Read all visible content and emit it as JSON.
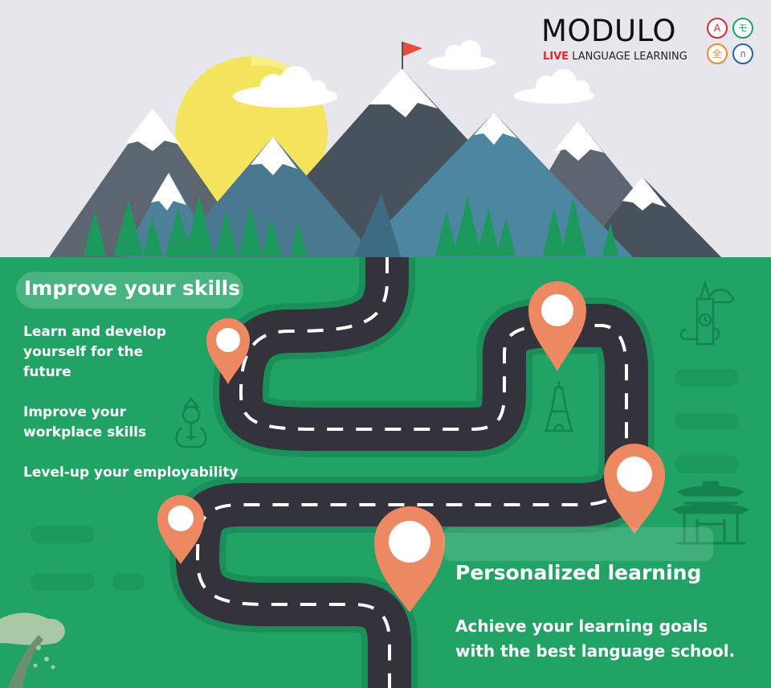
{
  "brand": {
    "name": "MODULO",
    "tag_live": "LIVE",
    "tag_rest": " LANGUAGE LEARNING",
    "badges": [
      "A",
      "モ",
      "全",
      "ก"
    ]
  },
  "left_panel": {
    "title": "Improve your skills",
    "items": [
      "Learn and develop yourself for the future",
      "Improve your workplace skills",
      "Level-up your employability"
    ]
  },
  "right_panel": {
    "title": "Personalized learning",
    "text_line1": "Achieve your learning goals",
    "text_line2": "with the best language school."
  },
  "colors": {
    "sky": "#e7e6ec",
    "grass": "#21a366",
    "road": "#34323b",
    "pin": "#ec8862",
    "sun": "#f5e55e",
    "brand_red": "#e3262d"
  },
  "icons": [
    "flag-icon",
    "big-ben-icon",
    "eiffel-tower-icon",
    "pagoda-gate-icon",
    "thai-dancer-icon",
    "location-pin-icon"
  ]
}
